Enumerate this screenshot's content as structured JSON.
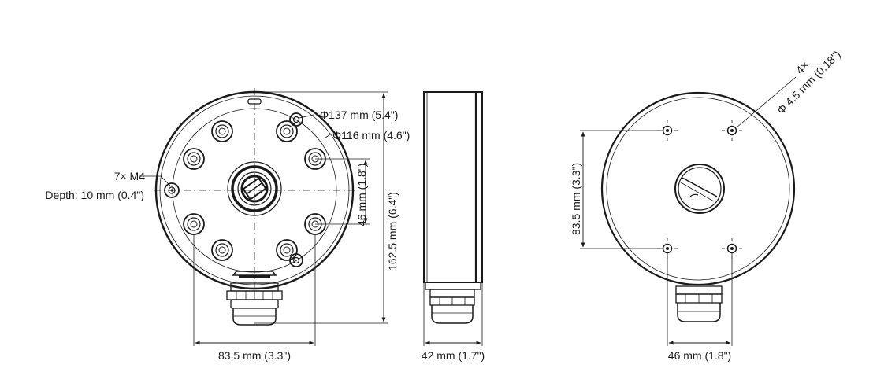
{
  "front_view": {
    "screw_label": "7× M4",
    "depth_label": "Depth: 10 mm (0.4\")",
    "outer_diameter_label": "Φ137 mm (5.4\")",
    "inner_diameter_label": "Φ116 mm (4.6\")",
    "hole_spacing_vertical_label": "46 mm (1.8\")",
    "total_height_label": "162.5 mm (6.4\")",
    "hole_spacing_horizontal_label": "83.5 mm (3.3\")"
  },
  "side_view": {
    "depth_label": "42 mm (1.7\")"
  },
  "back_view": {
    "hole_count_label": "4×",
    "hole_diameter_label": "Φ 4.5 mm (0.18\")",
    "hole_spacing_vertical_label": "83.5 mm (3.3\")",
    "hole_spacing_horizontal_label": "46 mm (1.8\")"
  },
  "colors": {
    "line": "#1a1a1a",
    "background": "#ffffff"
  }
}
